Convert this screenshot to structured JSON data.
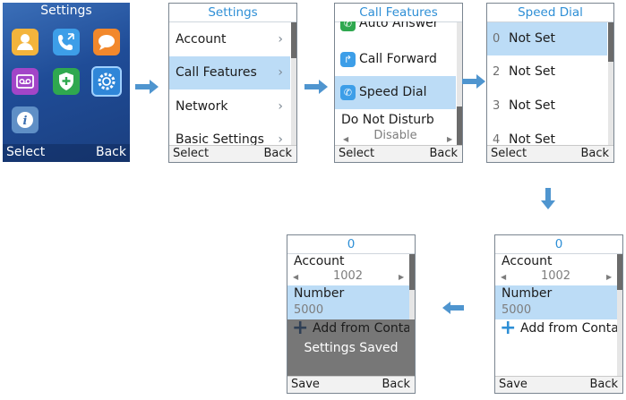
{
  "screen1": {
    "title": "Settings",
    "softkeys": {
      "left": "Select",
      "right": "Back"
    },
    "icons": [
      "contacts-icon",
      "call-log-icon",
      "messages-icon",
      "voicemail-icon",
      "security-icon",
      "settings-gear-icon",
      "info-icon"
    ]
  },
  "screen2": {
    "title": "Settings",
    "items": [
      {
        "label": "Account"
      },
      {
        "label": "Call Features"
      },
      {
        "label": "Network"
      },
      {
        "label": "Basic Settings"
      }
    ],
    "softkeys": {
      "left": "Select",
      "right": "Back"
    }
  },
  "screen3": {
    "title": "Call Features",
    "items": [
      {
        "label": "Auto Answer"
      },
      {
        "label": "Call Forward"
      },
      {
        "label": "Speed Dial"
      },
      {
        "label": "Do Not Disturb"
      }
    ],
    "dnd_value": "Disable",
    "softkeys": {
      "left": "Select",
      "right": "Back"
    }
  },
  "screen4": {
    "title": "Speed Dial",
    "items": [
      {
        "num": "0",
        "label": "Not Set"
      },
      {
        "num": "2",
        "label": "Not Set"
      },
      {
        "num": "3",
        "label": "Not Set"
      },
      {
        "num": "4",
        "label": "Not Set"
      }
    ],
    "softkeys": {
      "left": "Select",
      "right": "Back"
    }
  },
  "screen5": {
    "title": "0",
    "account_label": "Account",
    "account_value": "1002",
    "number_label": "Number",
    "number_value": "5000",
    "add_label": "Add from Contac",
    "softkeys": {
      "left": "Save",
      "right": "Back"
    }
  },
  "screen6": {
    "title": "0",
    "account_label": "Account",
    "account_value": "1002",
    "number_label": "Number",
    "number_value": "5000",
    "add_label": "Add from Contac",
    "toast": "Settings Saved",
    "softkeys": {
      "left": "Save",
      "right": "Back"
    }
  },
  "colors": {
    "accent": "#2e8fd6",
    "selection": "#bcdcf6",
    "arrow": "#4f95cf"
  }
}
